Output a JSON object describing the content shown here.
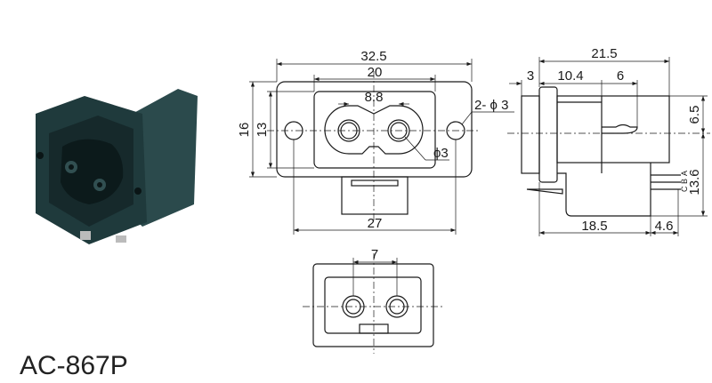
{
  "title": "AC-867P",
  "front_view": {
    "overall_width": "32.5",
    "recess_width": "20",
    "pin_spacing": "8.8",
    "height": "16",
    "recess_height": "13",
    "mount_hole_spacing": "27",
    "mount_holes": "2- ϕ 3",
    "pin_diameter": "ϕ3"
  },
  "side_view": {
    "depth": "21.5",
    "flange": "3",
    "body": "10.4",
    "latch": "6",
    "upper_height": "6.5",
    "lower_height": "13.6",
    "base_length": "18.5",
    "pin_length": "4.6",
    "pin_labels": [
      "A",
      "B",
      "C"
    ]
  },
  "bottom_view": {
    "pin_spacing": "7"
  },
  "colors": {
    "line": "#1a1a1a",
    "product": "#1f3a3c"
  }
}
